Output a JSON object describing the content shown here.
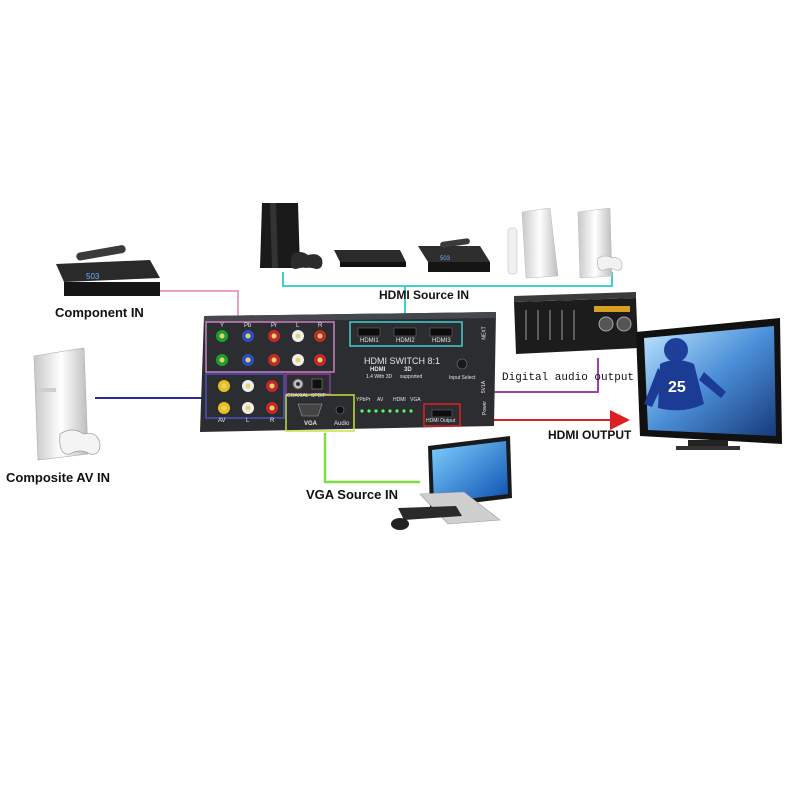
{
  "diagram": {
    "labels": {
      "component_in": "Component IN",
      "composite_av_in": "Composite AV IN",
      "hdmi_source_in": "HDMI Source IN",
      "vga_source_in": "VGA Source IN",
      "digital_audio_output": "Digital audio output",
      "hdmi_output": "HDMI OUTPUT"
    },
    "switch_panel": {
      "title": "HDMI SWITCH 8:1",
      "badge_hdmi": "HDMI",
      "badge_hdmi_sub": "1.4 With 3D",
      "badge_3d": "3D",
      "badge_3d_sub": "supported",
      "input_select": "Input Select",
      "hdmi_ports": [
        "HDMI1",
        "HDMI2",
        "HDMI3"
      ],
      "component_jacks": [
        "Y",
        "Pb",
        "Pr",
        "L",
        "R"
      ],
      "av_jacks": [
        "AV",
        "L",
        "R"
      ],
      "coaxial": "COAXIAL",
      "spdif": "SPDIF",
      "vga": "VGA",
      "audio": "Audio",
      "hdmi_output": "HDMI Output",
      "indicator_groups": [
        "YPbPr",
        "AV",
        "HDMI",
        "VGA"
      ],
      "power": "Power",
      "dc5v": "5V1A",
      "next": "NEXT"
    },
    "colors": {
      "component_line": "#e8a0c0",
      "composite_line": "#2a2a9a",
      "hdmi_source_line": "#3fd0d0",
      "vga_line": "#7ee040",
      "digital_audio_line": "#a040b0",
      "hdmi_output_line": "#e02020"
    }
  }
}
